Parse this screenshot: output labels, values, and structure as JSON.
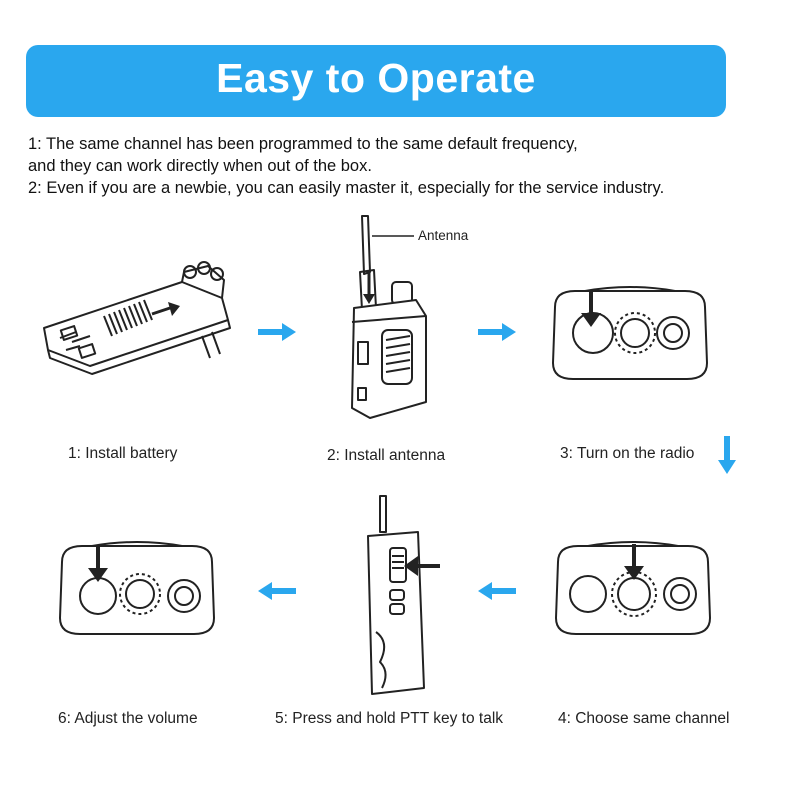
{
  "banner": {
    "title": "Easy to Operate"
  },
  "description": [
    "1: The same channel has been programmed to the same default frequency,",
    "and they can work directly when out of the box.",
    "2: Even if you are a newbie, you can easily master it, especially for the service industry."
  ],
  "antenna_label": "Antenna",
  "steps": [
    {
      "label": "1: Install battery"
    },
    {
      "label": "2: Install antenna"
    },
    {
      "label": "3: Turn on the radio"
    },
    {
      "label": "4: Choose same channel"
    },
    {
      "label": "5: Press and hold PTT key to talk"
    },
    {
      "label": "6: Adjust the volume"
    }
  ],
  "colors": {
    "banner": "#2aa7ee",
    "arrow": "#2aa7ee",
    "line": "#222222"
  }
}
